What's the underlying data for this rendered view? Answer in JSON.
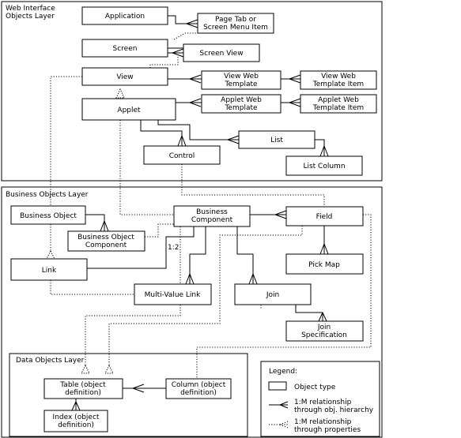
{
  "layers": {
    "web": [
      "Web Interface",
      "Objects Layer"
    ],
    "business": "Business Objects  Layer",
    "data": "Data Objects Layer"
  },
  "objects": {
    "application": "Application",
    "page_tab": [
      "Page Tab or",
      "Screen Menu Item"
    ],
    "screen": "Screen",
    "screen_view": "Screen View",
    "view": "View",
    "view_web_template": [
      "View Web",
      "Template"
    ],
    "view_web_template_item": [
      "View Web",
      "Template Item"
    ],
    "applet": "Applet",
    "applet_web_template": [
      "Applet Web",
      "Template"
    ],
    "applet_web_template_item": [
      "Applet Web",
      "Template Item"
    ],
    "list": "List",
    "control": "Control",
    "list_column": "List Column",
    "business_object": "Business Object",
    "business_component": [
      "Business",
      "Component"
    ],
    "field": "Field",
    "bo_component": [
      "Business Object",
      "Component"
    ],
    "link": "Link",
    "pick_map": "Pick Map",
    "multi_value_link": "Multi-Value Link",
    "join": "Join",
    "join_specification": [
      "Join",
      "Specification"
    ],
    "table": [
      "Table (object",
      "definition)"
    ],
    "column": [
      "Column (object",
      "definition)"
    ],
    "index": [
      "Index (object",
      "definition)"
    ]
  },
  "ratio_label": "1:2",
  "legend": {
    "title": "Legend:",
    "object_type": "Object type",
    "hierarchy": [
      "1:M relationship",
      "through obj. hierarchy"
    ],
    "properties": [
      "1:M relationship",
      "through properties"
    ]
  }
}
